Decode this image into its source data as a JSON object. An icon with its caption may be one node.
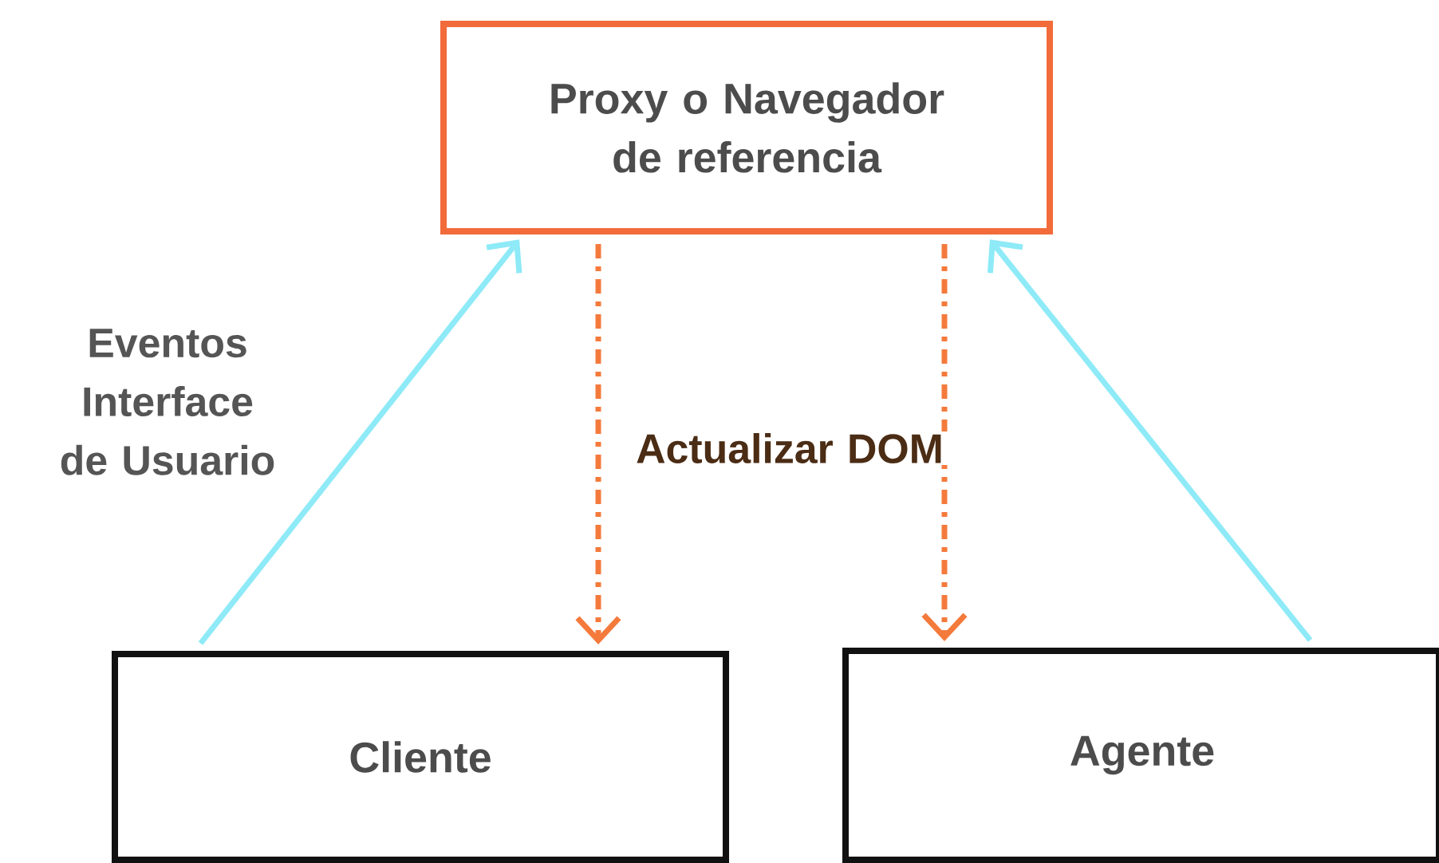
{
  "diagram": {
    "nodes": [
      {
        "text": [
          "Proxy o Navegador de referencia"
        ]
      },
      {
        "text": [
          "Cliente"
        ]
      },
      {
        "text": [
          "Agente"
        ]
      }
    ],
    "edges": [
      {
        "from": 1,
        "to": 0,
        "arrow": "to",
        "label": "Eventos Interface de Usuario",
        "color": "#8eeaf7"
      },
      {
        "from": 0,
        "to": 1,
        "arrow": "to",
        "label": "Actualizar DOM",
        "style": "dashed",
        "color": "#f47a3c"
      },
      {
        "from": 0,
        "to": 2,
        "arrow": "to",
        "style": "dashed",
        "color": "#f47a3c"
      },
      {
        "from": 2,
        "to": 0,
        "arrow": "to",
        "color": "#8eeaf7"
      }
    ]
  }
}
